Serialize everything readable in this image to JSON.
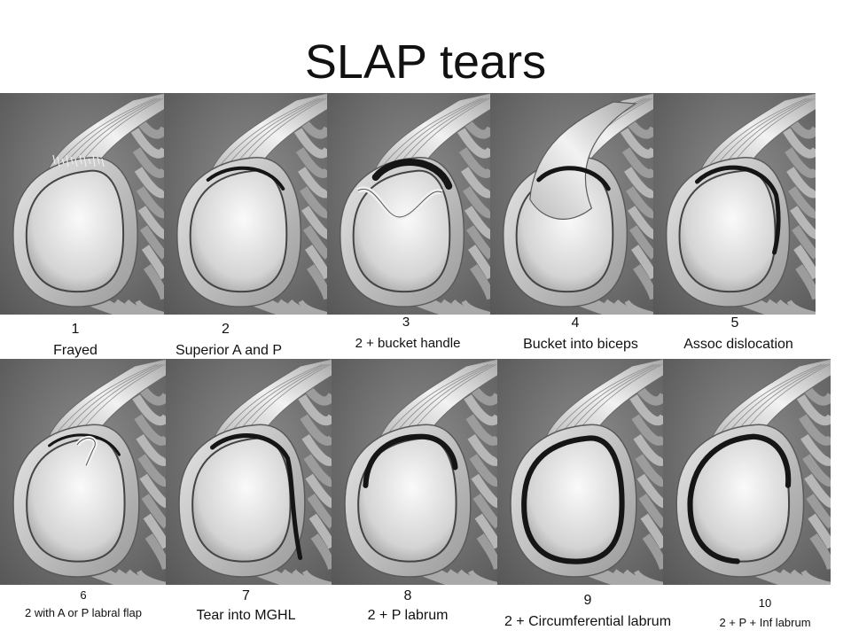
{
  "slide": {
    "title": "SLAP tears"
  },
  "panels": [
    {
      "number": "1",
      "label": "Frayed",
      "lesion": "frayed"
    },
    {
      "number": "2",
      "label": "Superior A and P",
      "lesion": "superior"
    },
    {
      "number": "3",
      "label": "2 + bucket handle",
      "lesion": "bucket"
    },
    {
      "number": "4",
      "label": "Bucket into biceps",
      "lesion": "biceps"
    },
    {
      "number": "5",
      "label": "Assoc dislocation",
      "lesion": "dislocation"
    },
    {
      "number": "6",
      "label": "2 with A or P labral flap",
      "lesion": "flap"
    },
    {
      "number": "7",
      "label": "Tear into MGHL",
      "lesion": "mghl"
    },
    {
      "number": "8",
      "label": "2 + P labrum",
      "lesion": "plabrum"
    },
    {
      "number": "9",
      "label": "2 + Circumferential labrum",
      "lesion": "circ"
    },
    {
      "number": "10",
      "label": "2 + P + Inf labrum",
      "lesion": "pinf"
    }
  ]
}
